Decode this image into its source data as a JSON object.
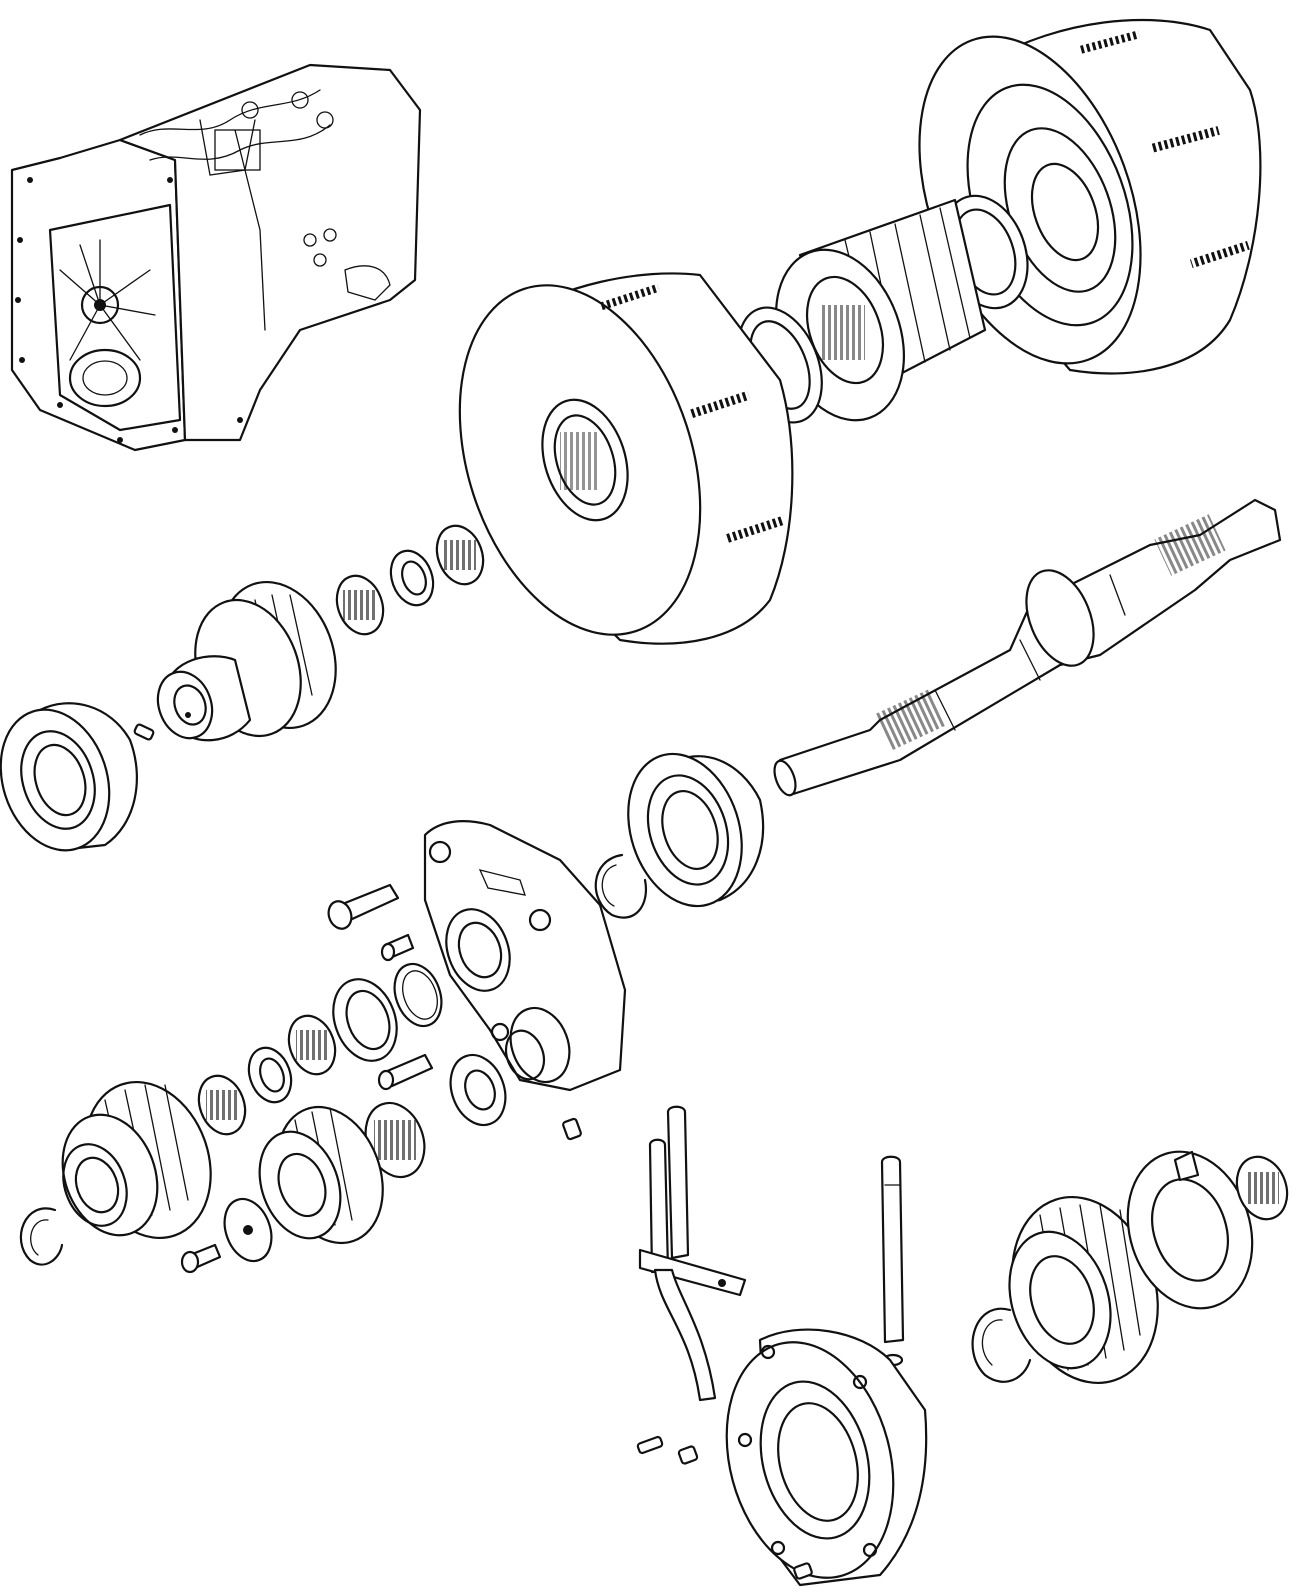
{
  "diagram": {
    "style": "exploded-view line drawing",
    "line_color": "#111111",
    "background": "#ffffff",
    "parts": [
      "transmission-housing",
      "large-clutch-drum",
      "clutch-hub-housing",
      "toothed-sleeve-gear",
      "needle-bearing-ring",
      "needle-bearing",
      "spacer-washer",
      "pinion-gear",
      "ball-bearing",
      "main-shaft",
      "pump-body-cover",
      "snap-ring",
      "bolt",
      "spur-gear",
      "shift-fork-rod",
      "pin-shaft",
      "flange-cover",
      "large-gear",
      "locking-plate"
    ]
  }
}
